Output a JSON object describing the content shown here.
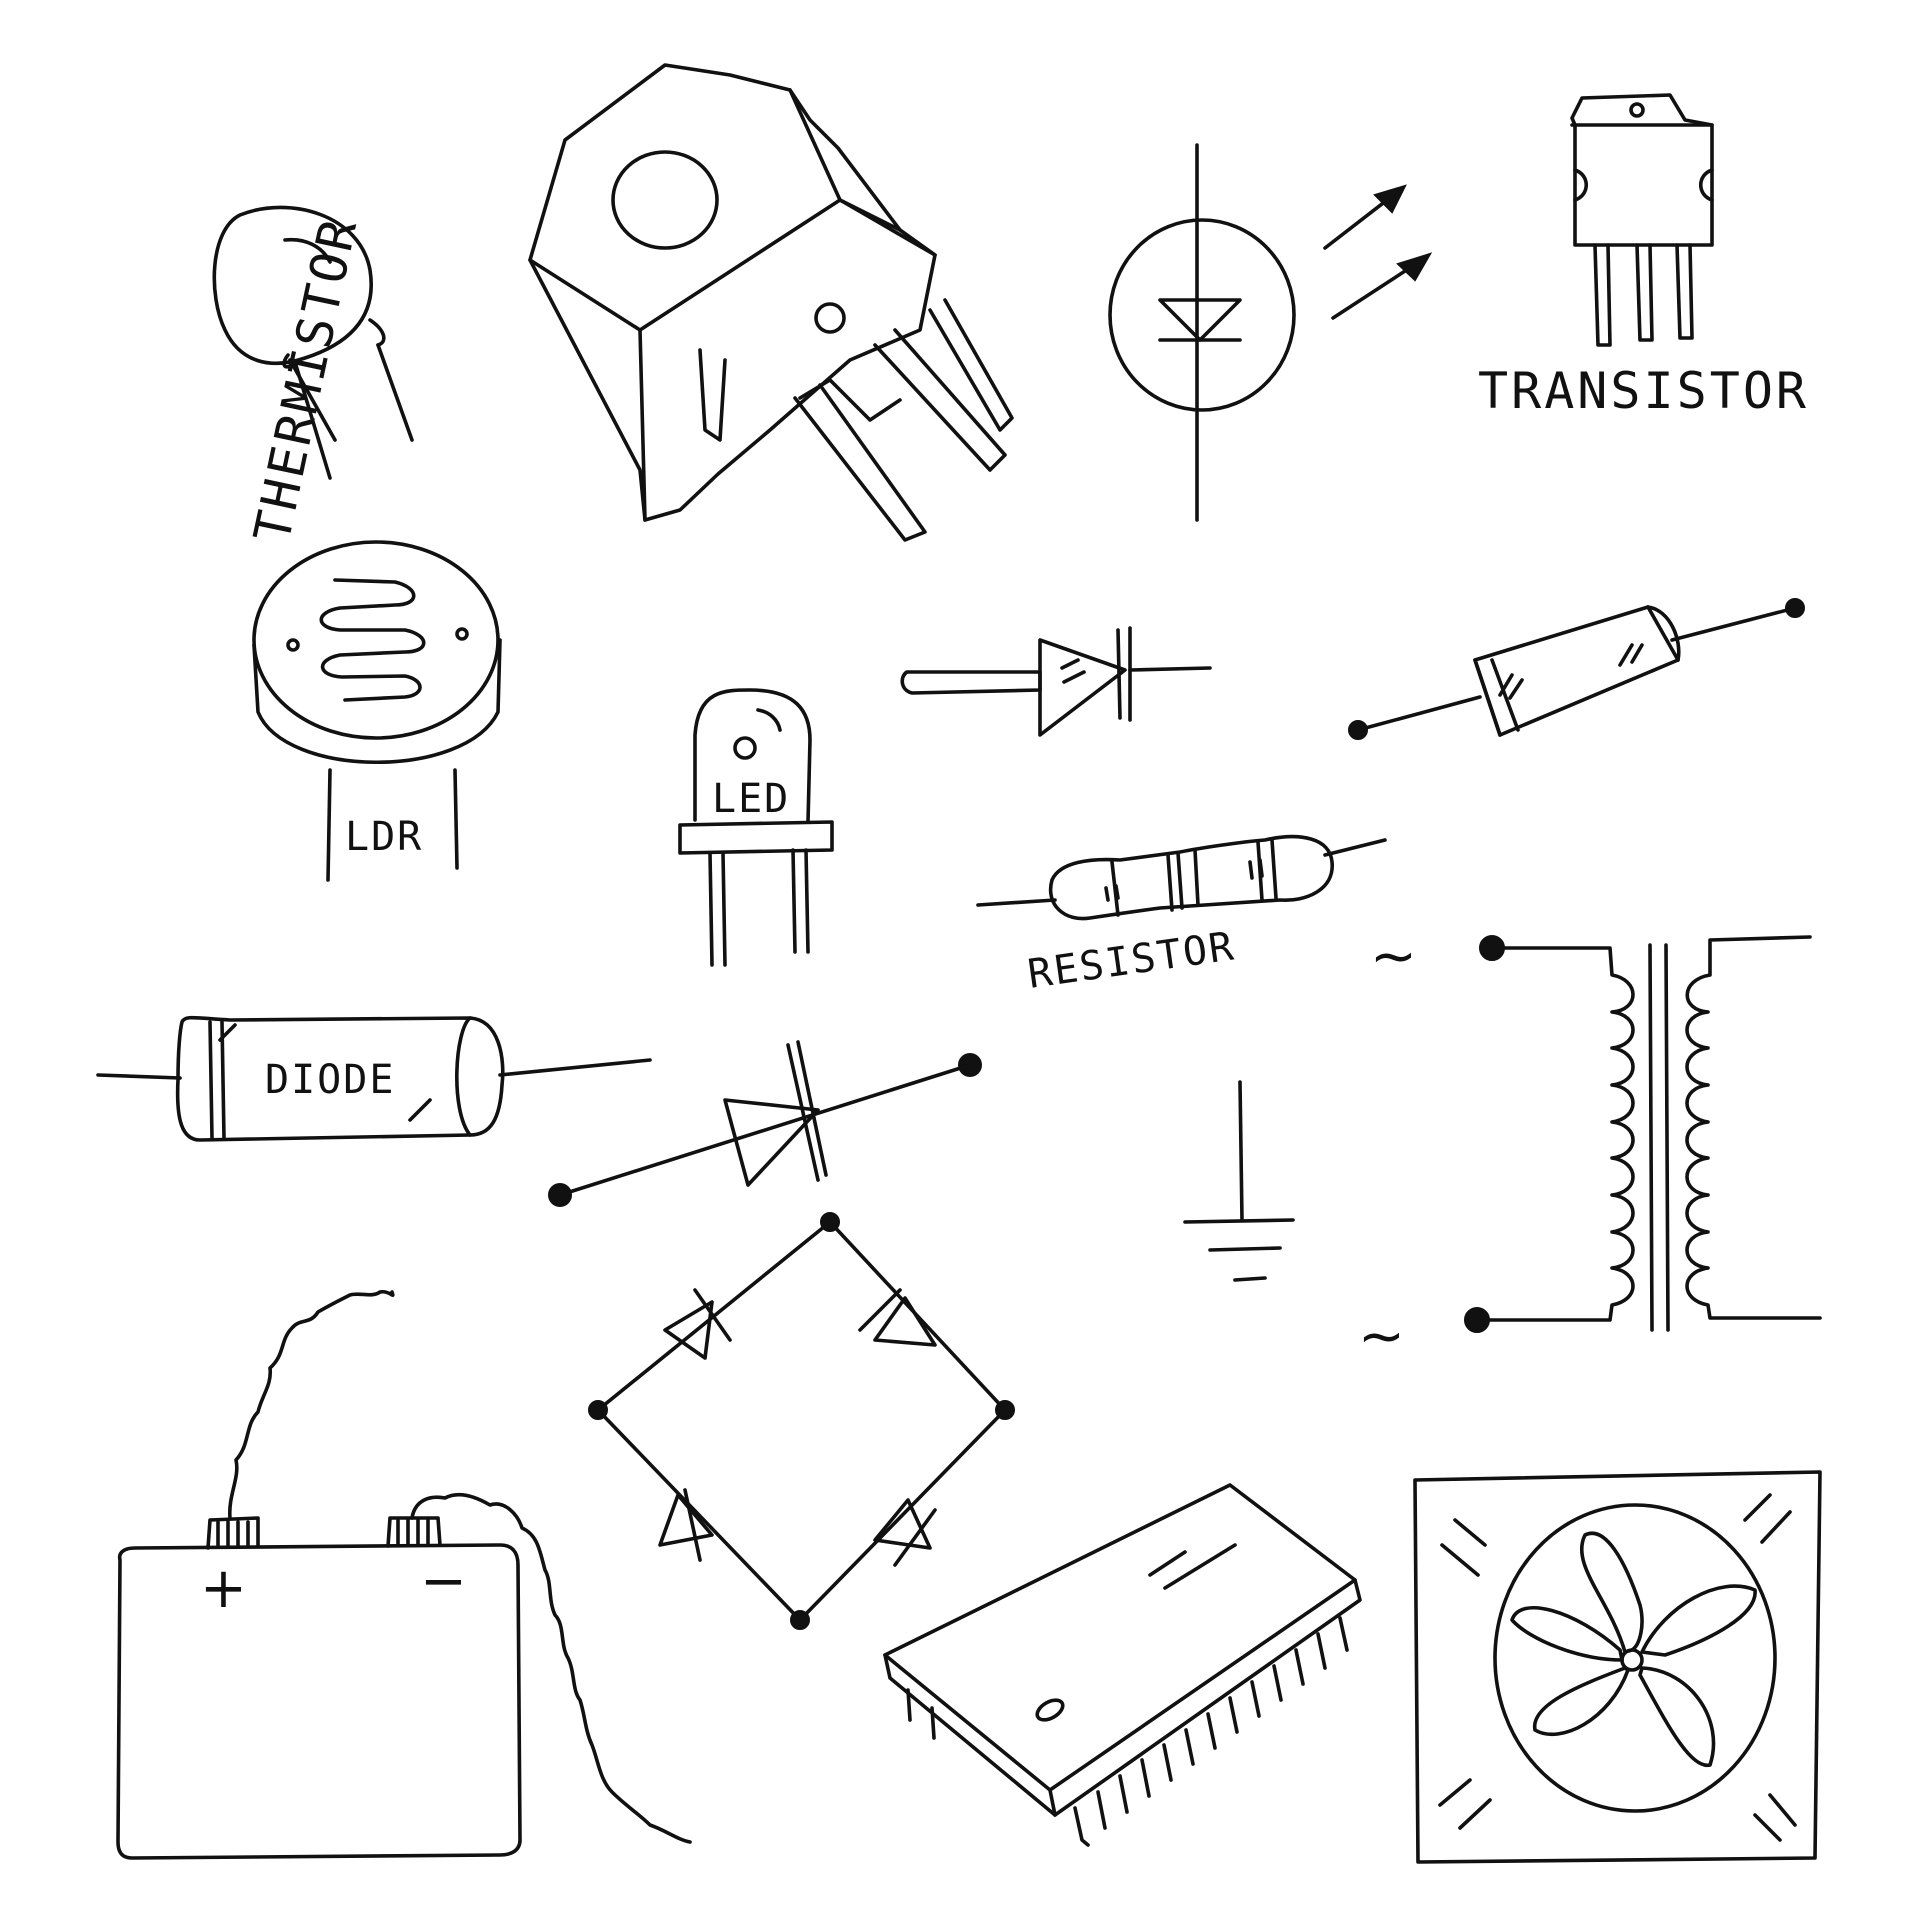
{
  "labels": {
    "thermistor": "THERMISTOR",
    "transistor": "TRANSISTOR",
    "ldr": "LDR",
    "led": "LED",
    "resistor": "RESISTOR",
    "diode": "DIODE"
  },
  "battery": {
    "plus": "+",
    "minus": "−"
  },
  "transformer": {
    "ac_symbol": "~"
  },
  "colors": {
    "ink": "#111111",
    "background": "#ffffff"
  },
  "icons": [
    "thermistor-icon",
    "voltage-regulator-icon",
    "photodiode-symbol-icon",
    "transistor-icon",
    "ldr-icon",
    "led-icon",
    "diode-symbol-icon",
    "capacitor-icon",
    "resistor-icon",
    "diode-component-icon",
    "zener-diode-symbol-icon",
    "ground-symbol-icon",
    "transformer-symbol-icon",
    "bridge-rectifier-icon",
    "battery-icon",
    "ic-chip-icon",
    "cooling-fan-icon"
  ]
}
